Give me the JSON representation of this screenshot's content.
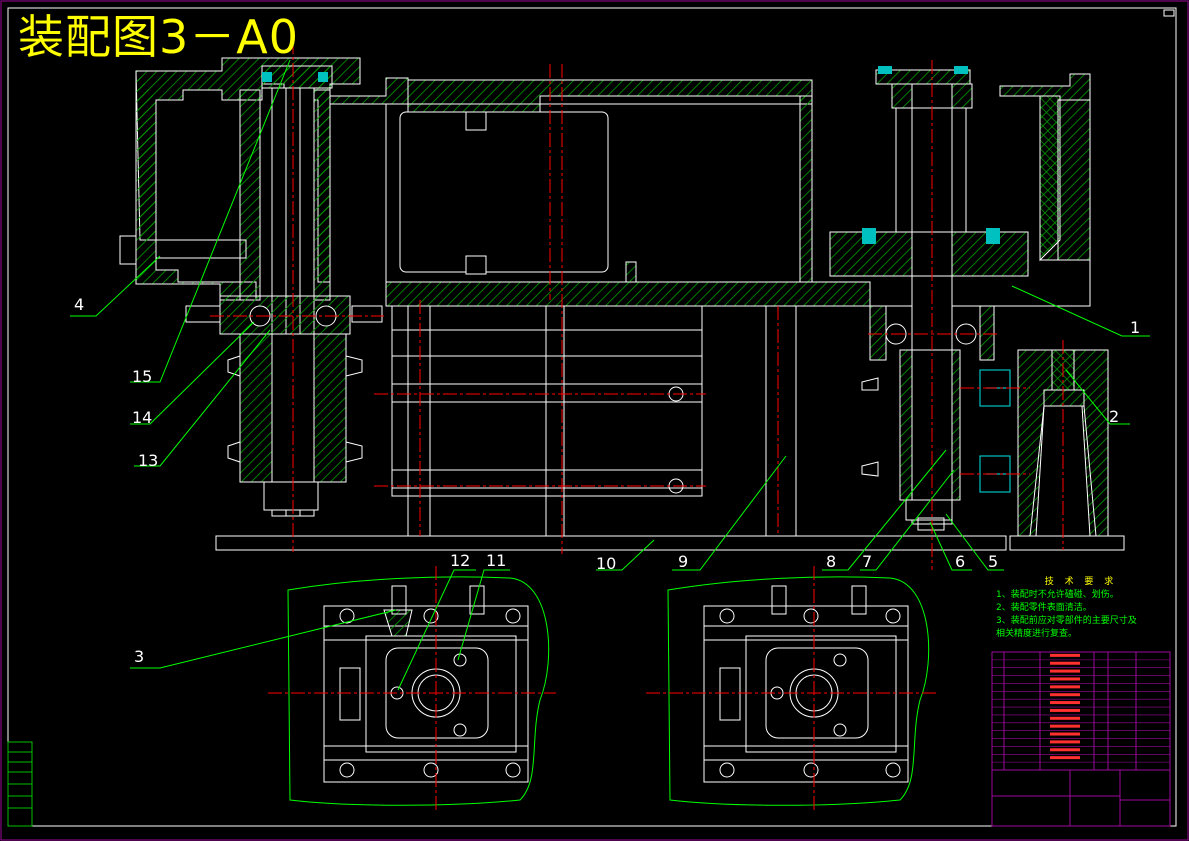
{
  "title": "装配图3－A0",
  "callouts": [
    "1",
    "2",
    "3",
    "4",
    "5",
    "6",
    "7",
    "8",
    "9",
    "10",
    "11",
    "12",
    "13",
    "14",
    "15"
  ],
  "tech_notes": {
    "heading": "技 术 要 求",
    "lines": [
      "1、装配时不允许磕碰、划伤。",
      "2、装配零件表面清洁。",
      "3、装配前应对零部件的主要尺寸及",
      "相关精度进行复查。"
    ]
  },
  "colors": {
    "background": "#000000",
    "outline": "#ffffff",
    "hatch": "#00a000",
    "centerline": "#ff0000",
    "leader": "#00ff00",
    "title": "#ffff00",
    "frame": "#ff00ff",
    "fastener": "#00c0c0"
  }
}
